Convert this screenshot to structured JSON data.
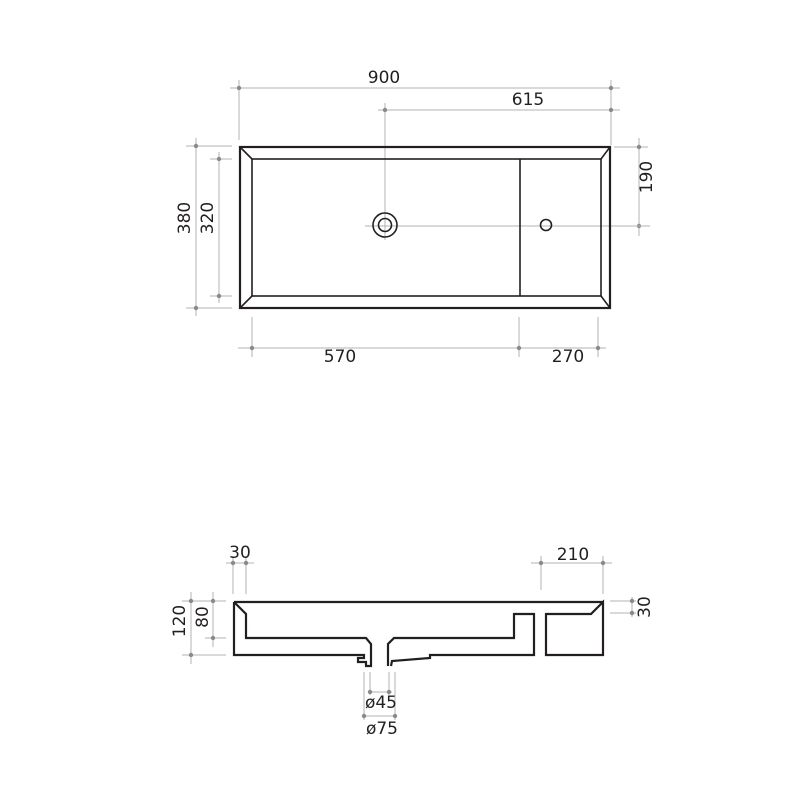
{
  "drawing": {
    "top_view": {
      "overall_width": "900",
      "drain_offset": "615",
      "overall_depth": "380",
      "inner_depth": "320",
      "tap_offset": "190",
      "basin_width": "570",
      "shelf_width": "270"
    },
    "section_view": {
      "rim_width": "30",
      "overall_height": "120",
      "inner_height": "80",
      "shelf_width": "210",
      "shelf_depth": "30",
      "drain_inner_diameter": "ø45",
      "drain_outer_diameter": "ø75"
    },
    "colors": {
      "line": "#231f20",
      "dimension_line": "#b3b3b3",
      "dimension_dot": "#8a8a8a"
    }
  }
}
